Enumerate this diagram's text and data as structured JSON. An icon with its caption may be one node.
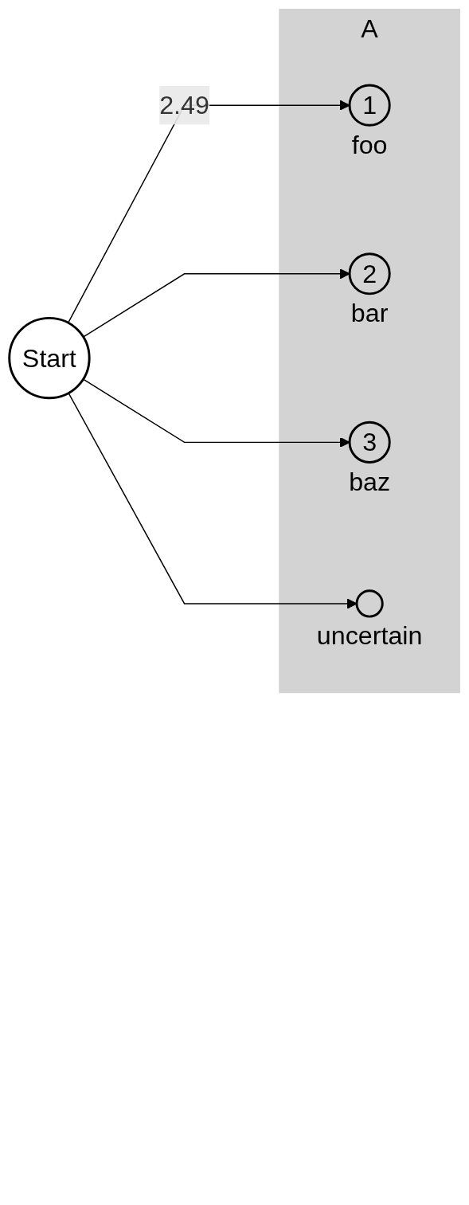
{
  "diagram": {
    "nodes": [
      {
        "text": [
          "Start"
        ]
      },
      {
        "text": [
          "A"
        ]
      },
      {
        "text": [
          "1"
        ],
        "in": 1,
        "beside": [
          "foo"
        ]
      },
      {
        "text": [
          "2"
        ],
        "in": 1,
        "beside": [
          "bar"
        ]
      },
      {
        "text": [
          "3"
        ],
        "in": 1,
        "beside": [
          "baz"
        ]
      },
      {
        "text": [],
        "shape": "circle",
        "in": 1,
        "beside": [
          "uncertain"
        ]
      }
    ],
    "edges": [
      {
        "from": 0,
        "to": 2,
        "arrow": "to",
        "label": "2.49"
      },
      {
        "from": 0,
        "to": 3,
        "arrow": "to"
      },
      {
        "from": 0,
        "to": 4,
        "arrow": "to"
      },
      {
        "from": 0,
        "to": 5,
        "arrow": "to"
      }
    ]
  }
}
